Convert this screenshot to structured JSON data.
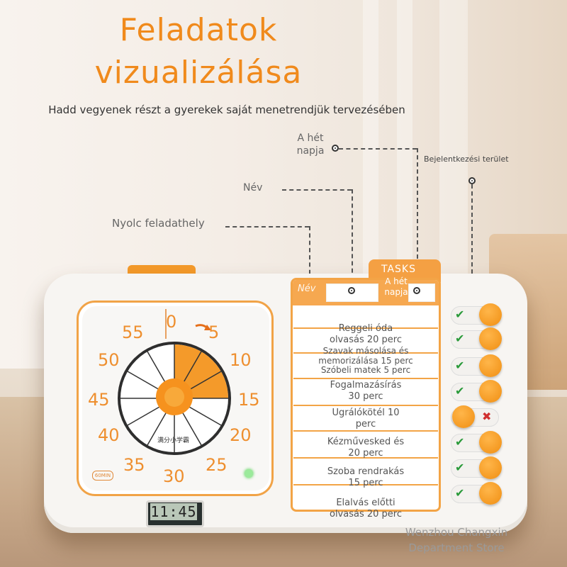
{
  "headline": {
    "line1": "Feladatok",
    "line2": "vizualizálása",
    "subtitle": "Hadd vegyenek részt a gyerekek saját menetrendjük tervezésében"
  },
  "callouts": {
    "day_of_week": "A hét\nnapja",
    "check_in_area": "Bejelentkezési terület",
    "name": "Név",
    "eight_slots": "Nyolc feladathely"
  },
  "device": {
    "tasks_label": "TASKS",
    "nev_label": "Név",
    "het_napja": "A hét napja",
    "timer_numbers": [
      "0",
      "5",
      "10",
      "15",
      "20",
      "25",
      "30",
      "35",
      "40",
      "45",
      "50",
      "55"
    ],
    "timer_set_minutes": 15,
    "badge": "60MIN",
    "brand": "满分小学霸",
    "lcd_display": "11:45"
  },
  "tasks": [
    {
      "text": "Reggeli óda olvasás 20 perc",
      "status": "done"
    },
    {
      "text": "Szavak másolása és memorizálása 15 perc",
      "status": "done"
    },
    {
      "text": "Szóbeli matek 5 perc",
      "status": "done"
    },
    {
      "text": "Fogalmazásírás 30 perc",
      "status": "done"
    },
    {
      "text": "Ugrálókötél 10 perc",
      "status": "not-done"
    },
    {
      "text": "Kézművesked és 20 perc",
      "status": "done"
    },
    {
      "text": "Szoba rendrakás 15 perc",
      "status": "done"
    },
    {
      "text": "Elalvás előtti olvasás 20 perc",
      "status": "done"
    }
  ],
  "task_lines": [
    {
      "l1": "Reggeli óda",
      "l2": "olvasás 20 perc"
    },
    {
      "l1": "Szavak másolása és",
      "l2": "memorizálása 15 perc"
    },
    {
      "l1": "Szóbeli matek 5 perc",
      "l2": ""
    },
    {
      "l1": "Fogalmazásírás",
      "l2": "30 perc"
    },
    {
      "l1": "Ugrálókötél 10",
      "l2": "perc"
    },
    {
      "l1": "Kézművesked és",
      "l2": "20 perc"
    },
    {
      "l1": "Szoba rendrakás",
      "l2": "15 perc"
    },
    {
      "l1": "Elalvás előtti",
      "l2": "olvasás 20 perc"
    }
  ],
  "watermark": {
    "line1": "Wenzhou Changxin",
    "line2": "Department Store"
  },
  "colors": {
    "accent": "#f08a1c",
    "device": "#f7f5f2",
    "check": "#2a9a3a",
    "cross": "#d03030"
  }
}
